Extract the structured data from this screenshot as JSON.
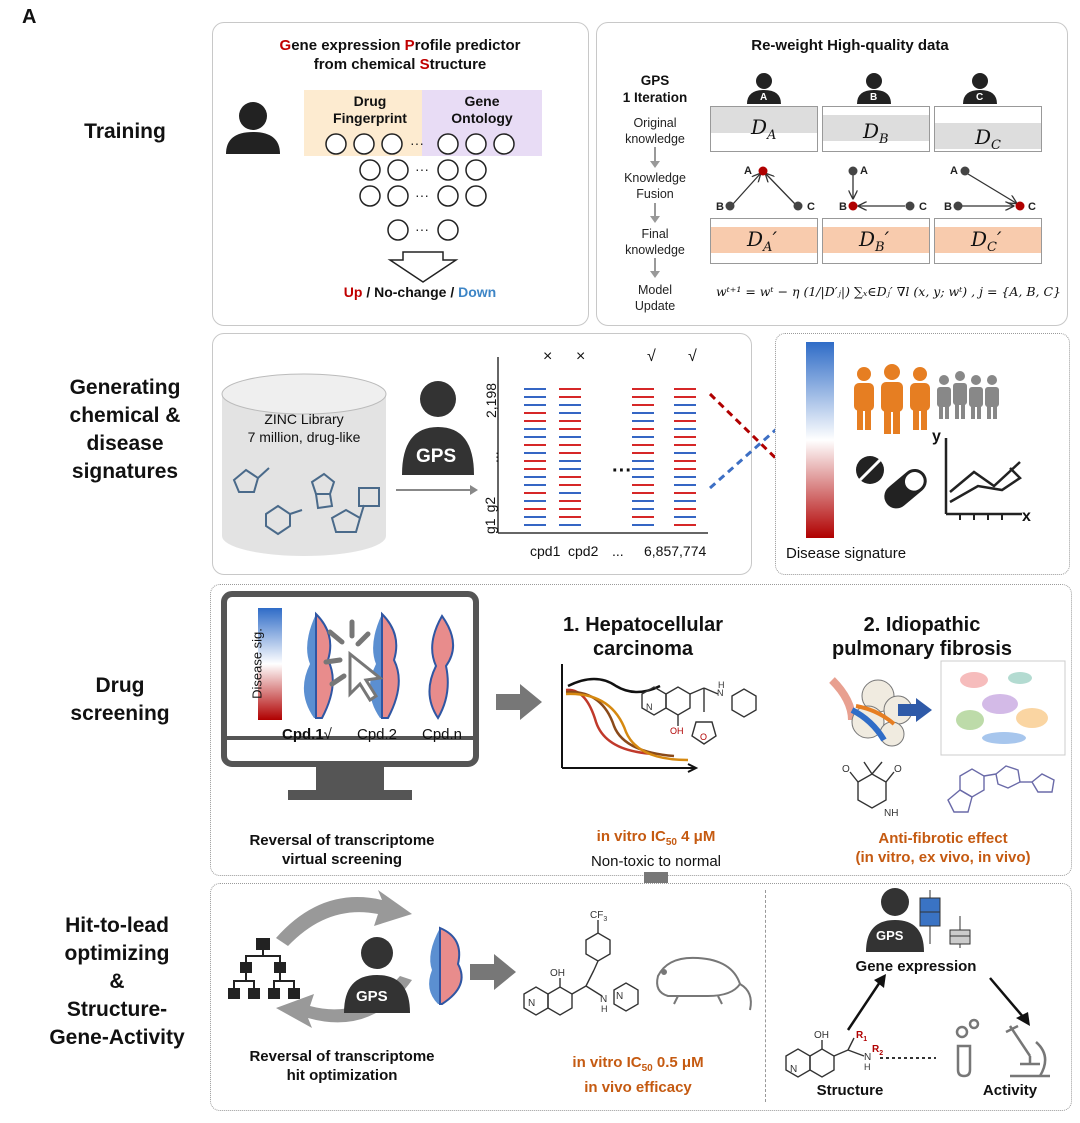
{
  "panel_letter": "A",
  "row_labels": {
    "training": "Training",
    "generating": "Generating\nchemical &\ndisease\nsignatures",
    "screening": "Drug\nscreening",
    "hit_to_lead": "Hit-to-lead\noptimizing\n&\nStructure-\nGene-Activity"
  },
  "training": {
    "title_line1": [
      "G",
      "ene expression ",
      "P",
      "rofile predictor"
    ],
    "title_line2": [
      "from chemical ",
      "S",
      "tructure"
    ],
    "drug_fingerprint": "Drug\nFingerprint",
    "gene_ontology": "Gene\nOntology",
    "output_up": "Up",
    "output_sep1": " / ",
    "output_nochange": "No-change",
    "output_sep2": " / ",
    "output_down": "Down",
    "ellipsis": "···"
  },
  "reweight": {
    "title": "Re-weight High-quality data",
    "gps_iteration": "GPS\n1 Iteration",
    "steps": [
      "Original\nknowledge",
      "Knowledge\nFusion",
      "Final\nknowledge",
      "Model\nUpdate"
    ],
    "users": [
      "A",
      "B",
      "C"
    ],
    "node_labels": [
      "A",
      "B",
      "C"
    ],
    "original_subscripts": [
      "A",
      "B",
      "C"
    ],
    "data_letter": "D",
    "final_prime": "′",
    "formula": "wᵗ⁺¹ = wᵗ − η (1/|D′ⱼ|) ∑ₓ∈Dⱼ′ ∇l (x, y; wᵗ) , j = {A, B, C}"
  },
  "generating": {
    "zinc_line1": "ZINC Library",
    "zinc_line2": "7 million, drug-like",
    "gps_badge": "GPS",
    "col_marks": [
      "×",
      "×",
      "√",
      "√"
    ],
    "y_labels": [
      "g1",
      "g2",
      "...",
      "2,198"
    ],
    "x_labels": [
      "cpd1",
      "cpd2",
      "...",
      "6,857,774"
    ],
    "mid_ellipsis": "···",
    "disease_signature": "Disease signature",
    "axis_y": "y",
    "axis_x": "x"
  },
  "screening": {
    "disease_sig": "Disease sig.",
    "cpd1": "Cpd.1",
    "cpd1_mark": "√",
    "cpd2": "Cpd.2",
    "cpdn": "Cpd.n",
    "caption_line1": "Reversal of transcriptome",
    "caption_line2": "virtual screening",
    "hcc_title_line1": "1. Hepatocellular",
    "hcc_title_line2": "carcinoma",
    "hcc_result_pre": "in vitro IC",
    "hcc_result_sub": "50",
    "hcc_result_post": " 4 μM",
    "hcc_result_line2": "Non-toxic to normal",
    "ipf_title_line1": "2. Idiopathic",
    "ipf_title_line2": "pulmonary fibrosis",
    "ipf_result_line1": "Anti-fibrotic effect",
    "ipf_result_line2": "(in vitro, ex vivo, in vivo)",
    "mol_oh": "OH",
    "mol_n": "N",
    "mol_nh": "NH",
    "mol_o": "O",
    "mol_h": "H"
  },
  "hit_to_lead": {
    "gps_badge": "GPS",
    "caption_line1": "Reversal of transcriptome",
    "caption_line2": "hit optimization",
    "result_pre": "in vitro IC",
    "result_sub": "50",
    "result_post": " 0.5 μM",
    "result_line2": "in vivo efficacy",
    "mol_cf3": "CF",
    "mol_cf3_sub": "3",
    "mol_oh": "OH",
    "mol_n": "N",
    "mol_h": "H",
    "gene_expression": "Gene expression",
    "structure": "Structure",
    "activity": "Activity",
    "r1": "R",
    "r1_sub": "1",
    "r2": "R",
    "r2_sub": "2",
    "gps_badge2": "GPS"
  },
  "colors": {
    "up_red": "#c00000",
    "down_blue": "#3d85c6",
    "orange_text": "#c55a11",
    "fingerprint_bg": "#fdebd0",
    "ontology_bg": "#e8dcf5",
    "final_knowledge_bg": "#f8cbad",
    "people_orange": "#e67e22"
  }
}
